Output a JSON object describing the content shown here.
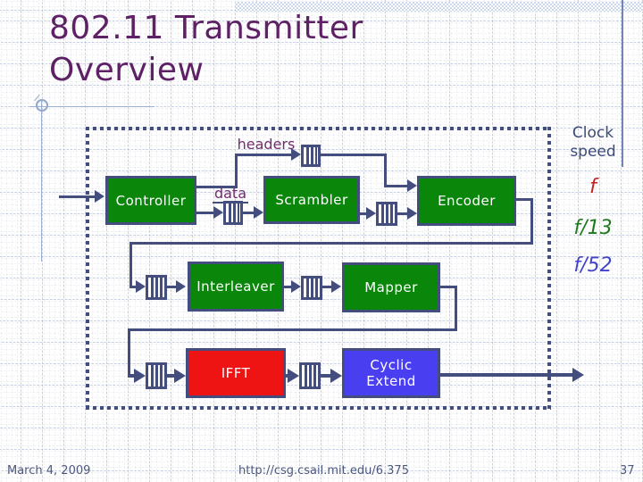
{
  "slide": {
    "title_line1": "802.11 Transmitter",
    "title_line2": "Overview",
    "footer": {
      "date": "March 4, 2009",
      "url": "http://csg.csail.mit.edu/6.375",
      "page": "37"
    }
  },
  "diagram": {
    "flow_labels": {
      "headers": "headers",
      "data": "data"
    },
    "blocks": {
      "controller": {
        "label": "Controller",
        "color": "#0a870a"
      },
      "scrambler": {
        "label": "Scrambler",
        "color": "#0a870a"
      },
      "encoder": {
        "label": "Encoder",
        "color": "#0a870a"
      },
      "interleaver": {
        "label": "Interleaver",
        "color": "#0a870a"
      },
      "mapper": {
        "label": "Mapper",
        "color": "#0a870a"
      },
      "ifft": {
        "label": "IFFT",
        "color": "#ee1414"
      },
      "cyclic_extend": {
        "label_line1": "Cyclic",
        "label_line2": "Extend",
        "color": "#4a3ff0"
      }
    },
    "icons": [
      "fifo-queue-icon"
    ]
  },
  "clock_panel": {
    "title_line1": "Clock",
    "title_line2": "speed",
    "rates": [
      {
        "label": "f",
        "color": "#c32222"
      },
      {
        "label": "f/13",
        "color": "#20791f"
      },
      {
        "label": "f/52",
        "color": "#4343c8"
      }
    ]
  },
  "colors": {
    "title": "#5f2166",
    "flow_label": "#732a6e",
    "line": "#434e7e",
    "grid": "#94a6cb",
    "block_text": "#ffffff",
    "footer_text": "#4c5880",
    "clock_text": "#3b4a78",
    "template_line": "#7286b4",
    "top_band": "#ccd9ec"
  }
}
